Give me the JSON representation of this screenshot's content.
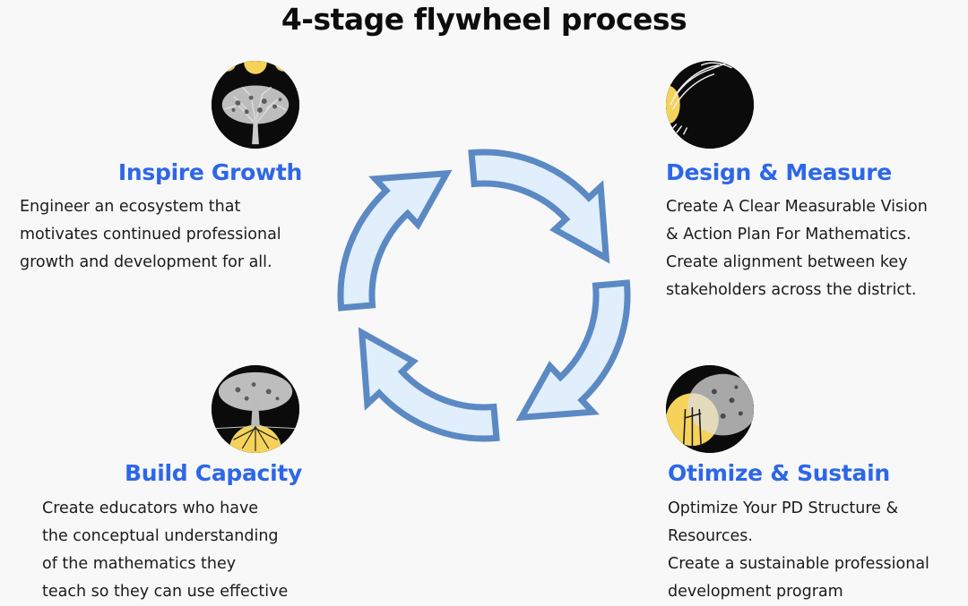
{
  "title": "4-stage flywheel process",
  "colors": {
    "heading": "#2d67e8",
    "arrow_fill": "#e1eefb",
    "arrow_stroke": "#5b89c4",
    "text": "#1b1b1b",
    "accent_yellow": "#f5d35a"
  },
  "stages": [
    {
      "name": "Inspire Growth",
      "image": "tree-with-suns-icon",
      "lines": [
        "Engineer an ecosystem that",
        "motivates continued professional",
        "growth and development for all."
      ]
    },
    {
      "name": "Design & Measure",
      "image": "tree-branch-moon-icon",
      "lines": [
        "Create A Clear Measurable Vision",
        "& Action Plan For Mathematics.",
        "Create alignment between key",
        "stakeholders across the district."
      ]
    },
    {
      "name": "Otimize & Sustain",
      "image": "tree-trunk-sun-icon",
      "lines": [
        "Optimize Your PD Structure &",
        "Resources.",
        "Create a sustainable professional",
        "development program"
      ]
    },
    {
      "name": "Build Capacity",
      "image": "tree-with-roots-icon",
      "lines": [
        "Create educators who have",
        "the conceptual understanding",
        "of the mathematics they",
        "teach so they can use effective"
      ]
    }
  ],
  "cycle": {
    "direction": "clockwise",
    "arrow_count": 4,
    "icon": "cycle-arrows-icon"
  }
}
